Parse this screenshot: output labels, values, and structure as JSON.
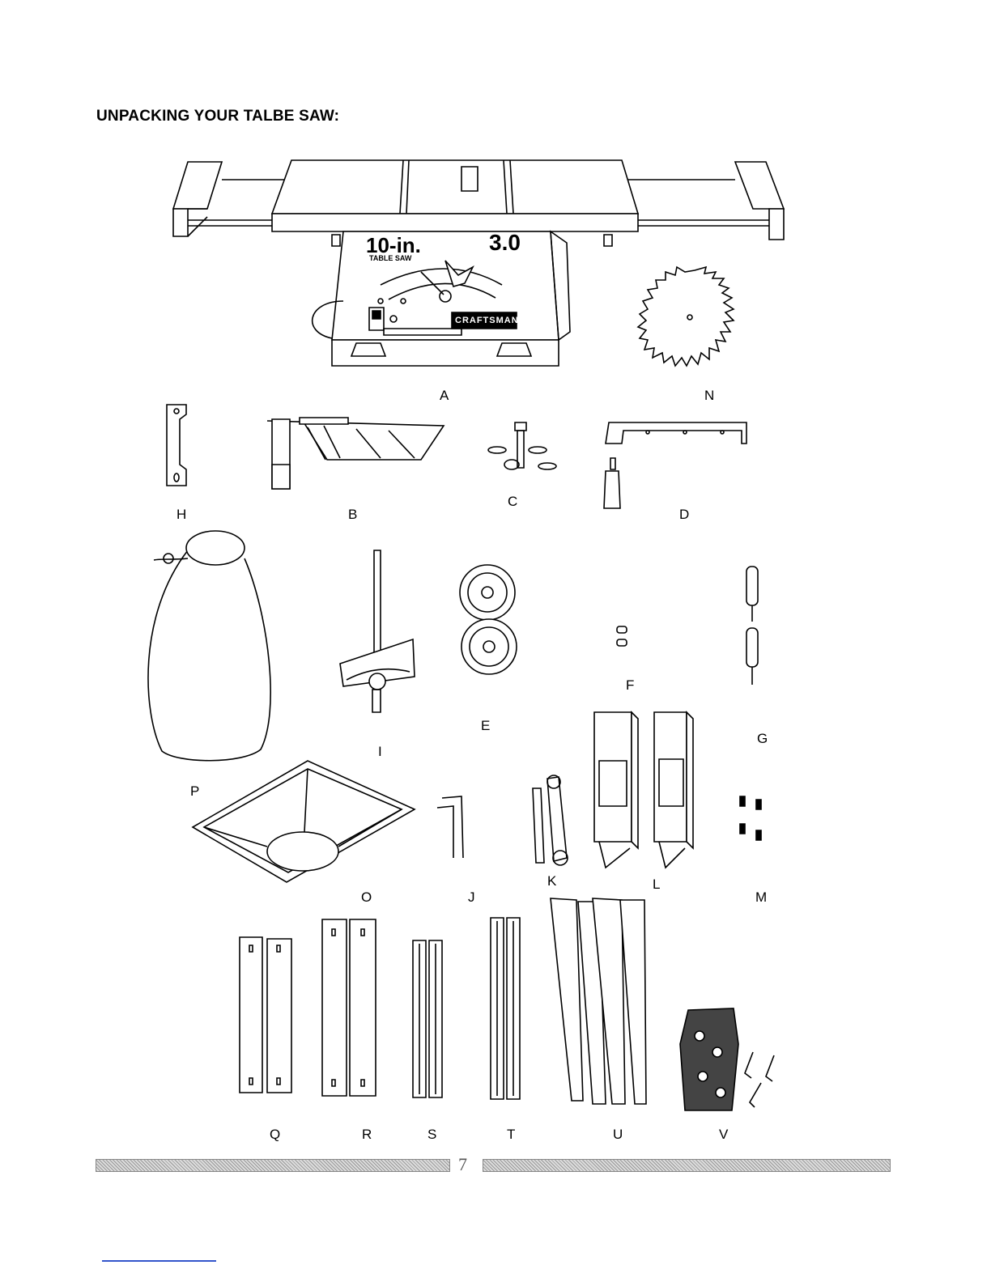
{
  "page": {
    "title": "UNPACKING YOUR TALBE SAW:",
    "page_number": "7"
  },
  "saw_decal": {
    "size": "10-in.",
    "type": "TABLE SAW",
    "hp": "3.0",
    "brand": "CRAFTSMAN"
  },
  "labels": {
    "A": "A",
    "N": "N",
    "H": "H",
    "B": "B",
    "C": "C",
    "D": "D",
    "F": "F",
    "G": "G",
    "E": "E",
    "I": "I",
    "P": "P",
    "O": "O",
    "J": "J",
    "K": "K",
    "L": "L",
    "M": "M",
    "Q": "Q",
    "R": "R",
    "S": "S",
    "T": "T",
    "U": "U",
    "V": "V"
  },
  "colors": {
    "line": "#000000",
    "footer": "#9a9a9a",
    "link": "#3355cc"
  }
}
